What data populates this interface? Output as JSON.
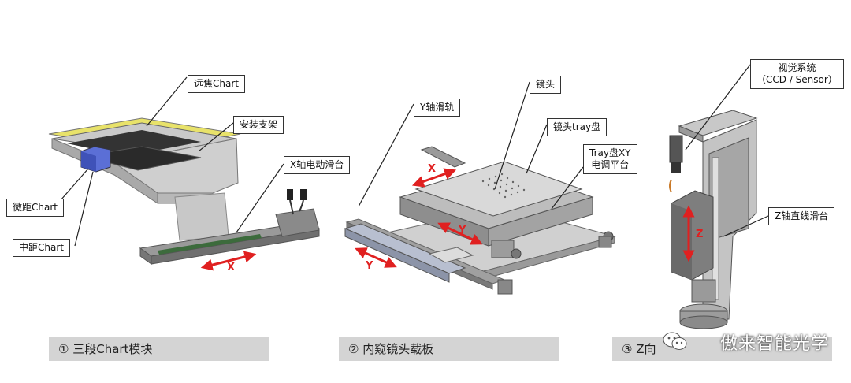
{
  "labels": {
    "telephoto": "远焦Chart",
    "mount": "安装支架",
    "x_slide": "X轴电动滑台",
    "micro": "微距Chart",
    "mid": "中距Chart",
    "y_rail": "Y轴滑轨",
    "lens": "镜头",
    "tray": "镜头tray盘",
    "tray_xy_line1": "Tray盘XY",
    "tray_xy_line2": "电调平台",
    "vision_line1": "视觉系统",
    "vision_line2": "（CCD / Sensor）",
    "z_slide": "Z轴直线滑台"
  },
  "axes": {
    "x1": "X",
    "x2": "X",
    "y1": "Y",
    "y2": "Y",
    "z": "Z"
  },
  "captions": {
    "c1": "① 三段Chart模块",
    "c2": "② 内窥镜头载板",
    "c3": "③ Z向"
  },
  "watermark": "傲来智能光学",
  "colors": {
    "arrow": "#e02020",
    "caption_bg": "#d4d4d4"
  }
}
